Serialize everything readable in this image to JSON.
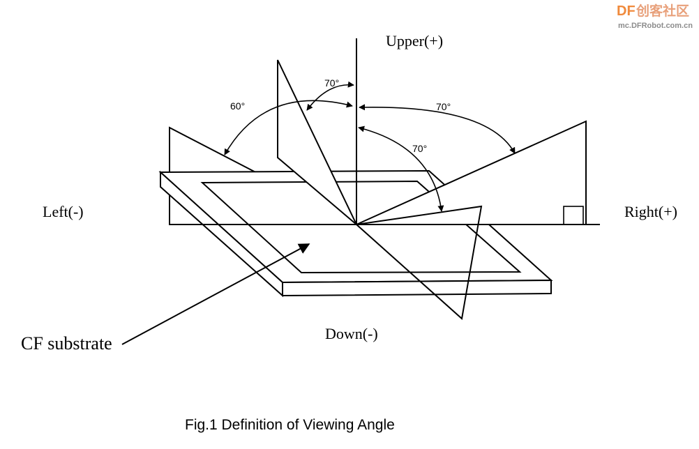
{
  "watermark": {
    "brand_df": "DF",
    "brand_cn": "创客社区",
    "site": "mc.DFRobot.com.cn"
  },
  "directions": {
    "upper": "Upper(+)",
    "down": "Down(-)",
    "left": "Left(-)",
    "right": "Right(+)"
  },
  "angles": {
    "upper": "70°",
    "left": "60°",
    "right": "70°",
    "down": "70°"
  },
  "callout": "CF substrate",
  "caption": "Fig.1 Definition of Viewing Angle",
  "colors": {
    "watermark_df": "#f08a3c",
    "watermark_cn": "#e8a07a",
    "watermark_site": "#8c8c8c"
  }
}
